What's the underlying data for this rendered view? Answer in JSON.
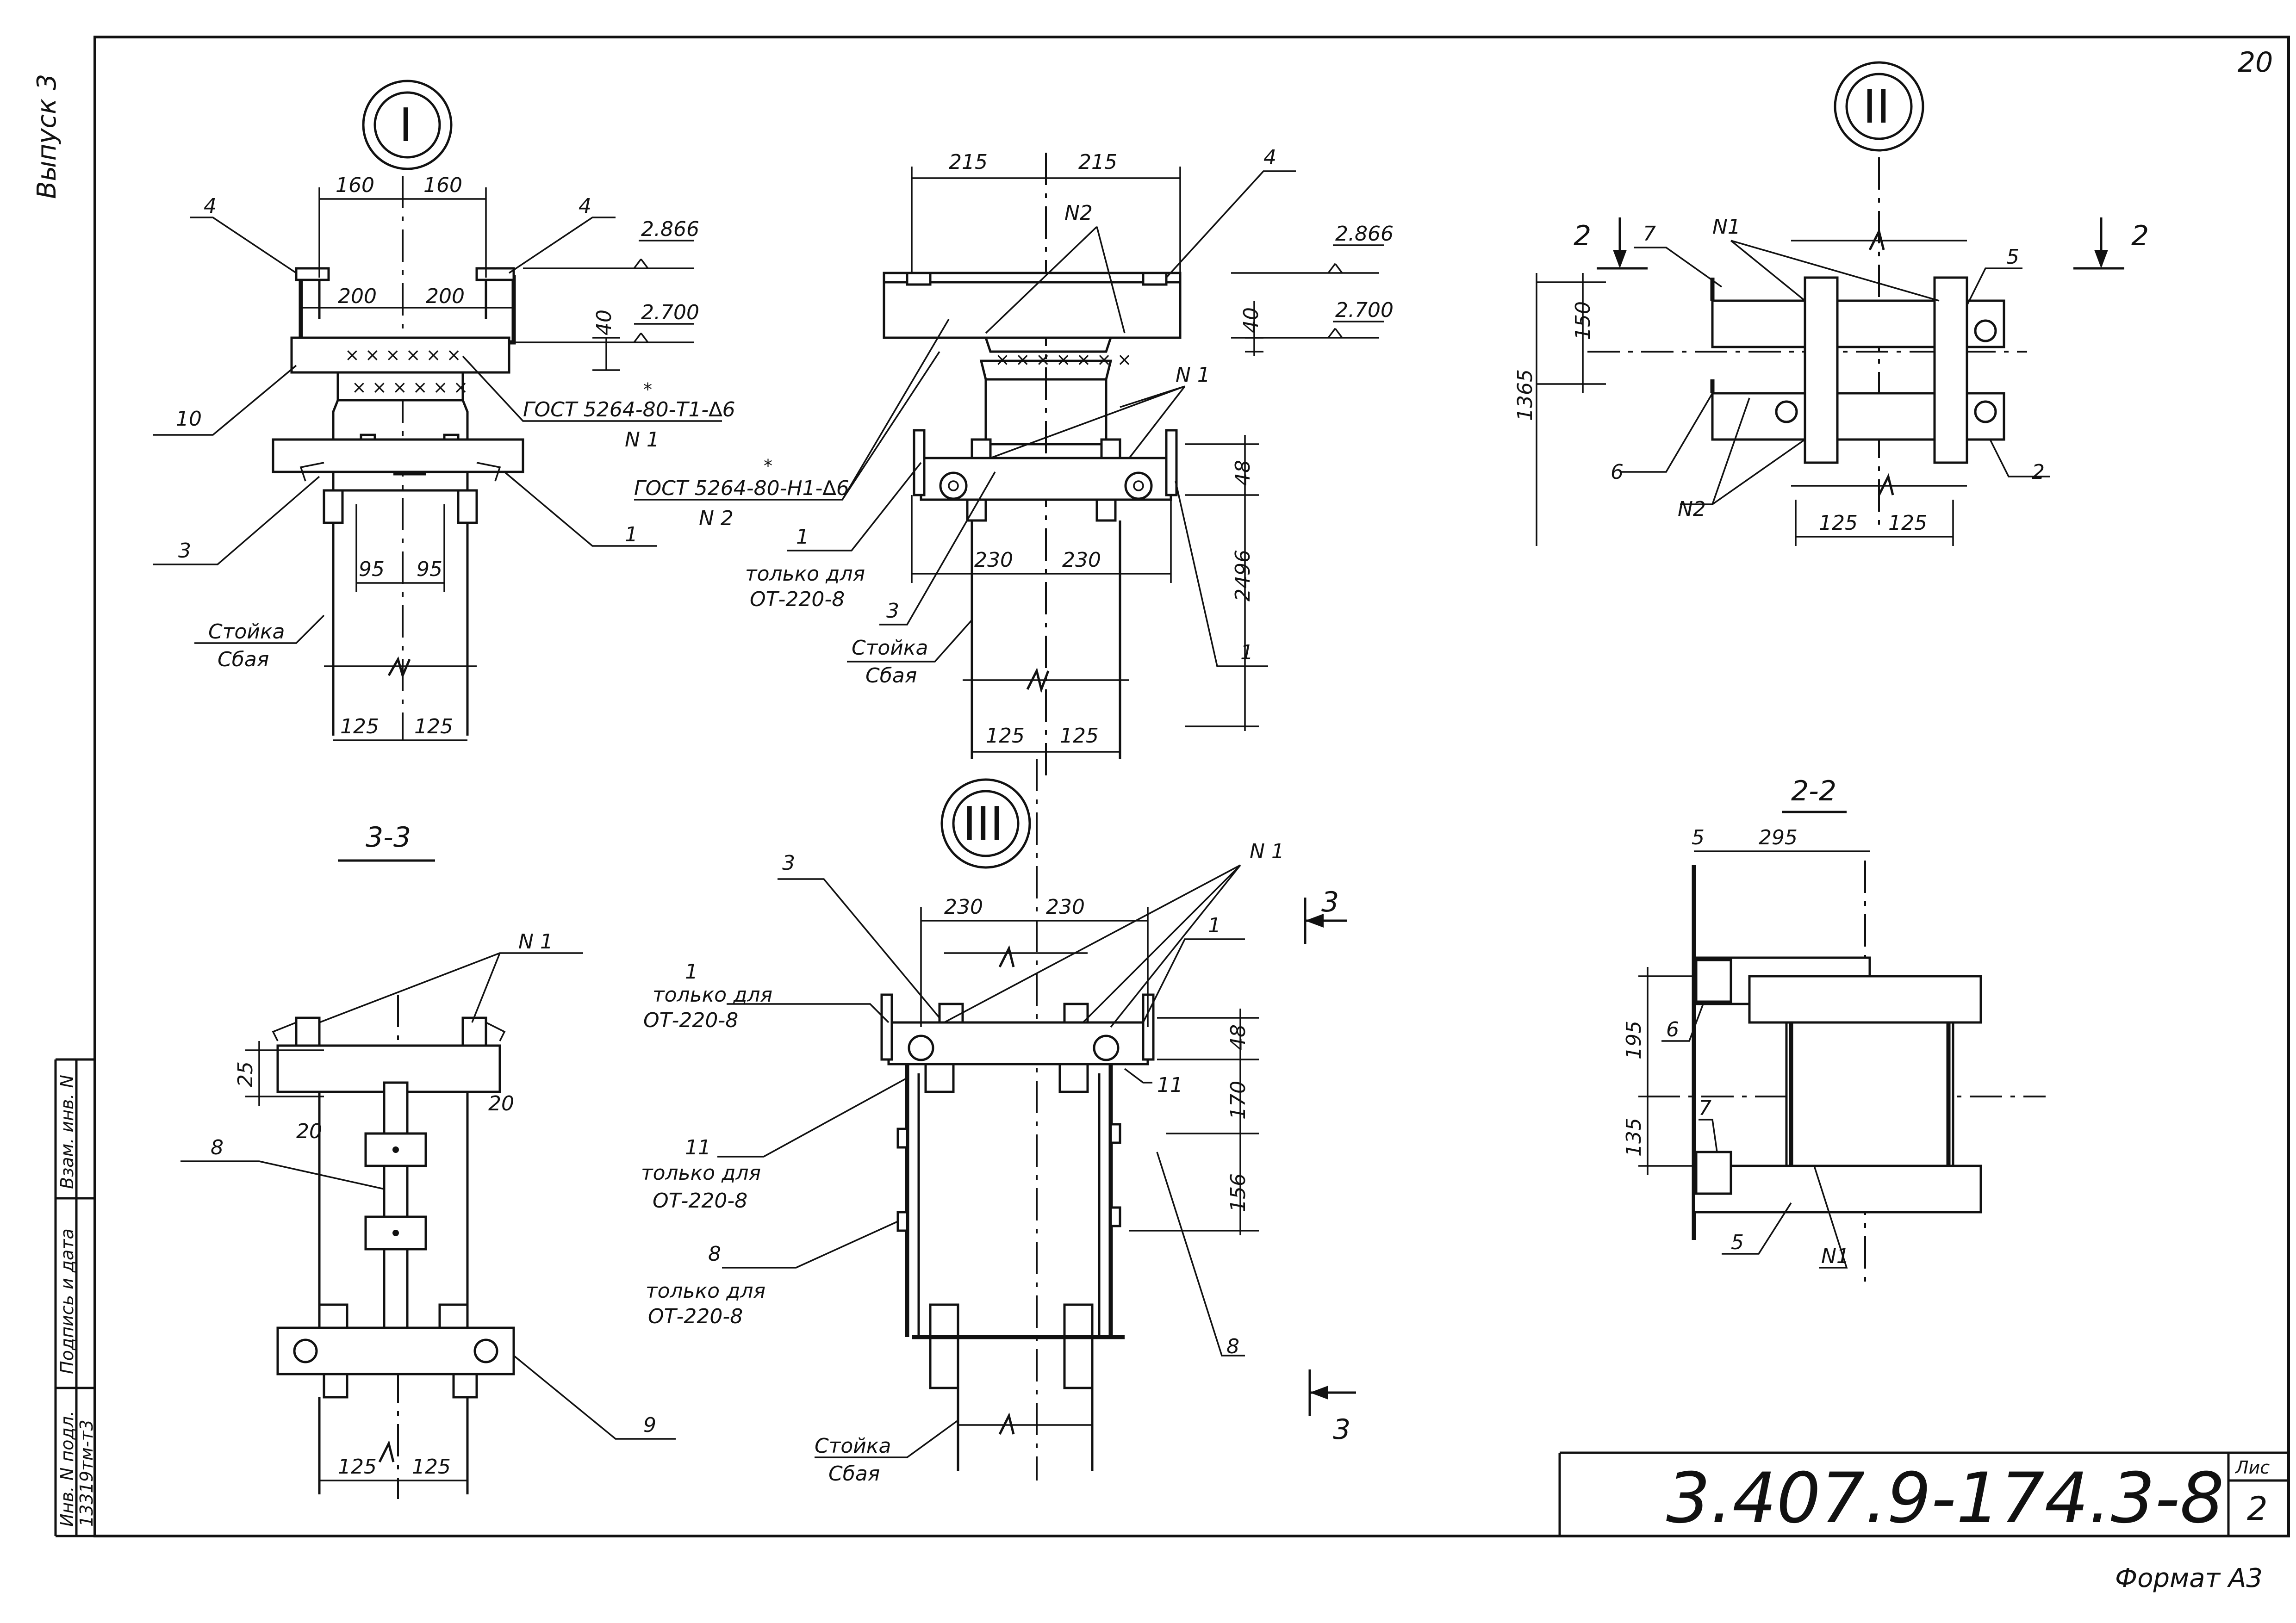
{
  "sheet": {
    "vypusk": "Выпуск 3",
    "page_number": "20",
    "format": "Формат А3",
    "document_code": "3.407.9-174.3-8",
    "list_label": "Лис",
    "list_number": "2",
    "stamp": {
      "vzam_inv": "Взам. инв. N",
      "podpis_data": "Подпись и дата",
      "inv_podl": "Инв. N подл.",
      "inv_value": "13319тм-т3"
    }
  },
  "node_I": {
    "roman": "I",
    "dims": {
      "d160a": "160",
      "d160b": "160",
      "d200a": "200",
      "d200b": "200",
      "d40": "40",
      "d95a": "95",
      "d95b": "95",
      "d125a": "125",
      "d125b": "125"
    },
    "elev_top": "2.866",
    "elev_mid": "2.700",
    "pos_4a": "4",
    "pos_4b": "4",
    "pos_10": "10",
    "pos_3": "3",
    "pos_1": "1",
    "weld_std": "ГОСТ 5264-80-Т1-∆6",
    "weld_star": "*",
    "weld_id": "N 1",
    "stoyka": "Стойка",
    "svaya": "Сбая"
  },
  "node_I_side": {
    "dims": {
      "d215a": "215",
      "d215b": "215",
      "d40": "40",
      "d48": "48",
      "d2496": "2496",
      "d230a": "230",
      "d230b": "230",
      "d125a": "125",
      "d125b": "125"
    },
    "elev_top": "2.866",
    "elev_mid": "2.700",
    "pos_4": "4",
    "weld_n2_top": "N2",
    "weld_n1": "N 1",
    "weld_std": "ГОСТ 5264-80-Н1-∆6",
    "weld_star": "*",
    "weld_id": "N 2",
    "pos_1_left": "1",
    "only_for_1": "только для",
    "only_for_2": "ОТ-220-8",
    "pos_3": "3",
    "pos_1_right": "1",
    "stoyka": "Стойка",
    "svaya": "Сбая"
  },
  "node_II": {
    "roman": "II",
    "section_mark_left": "2",
    "section_mark_right": "2",
    "pos_7": "7",
    "weld_n1": "N1",
    "pos_5": "5",
    "pos_6": "6",
    "pos_2": "2",
    "weld_n2": "N2",
    "dims": {
      "d150": "150",
      "d1365": "1365",
      "d125a": "125",
      "d125b": "125"
    }
  },
  "section_2_2": {
    "title": "2-2",
    "dims": {
      "d5": "5",
      "d295": "295",
      "d195": "195",
      "d135": "135"
    },
    "pos_6": "6",
    "pos_7": "7",
    "pos_5": "5",
    "weld_n1": "N1"
  },
  "section_3_3": {
    "title": "3-3",
    "weld_n1": "N 1",
    "dims": {
      "d25": "25",
      "d20a": "20",
      "d20b": "20",
      "d125a": "125",
      "d125b": "125"
    },
    "pos_8": "8",
    "pos_9": "9"
  },
  "node_III": {
    "roman": "III",
    "pos_3": "3",
    "weld_n1": "N 1",
    "dims": {
      "d230a": "230",
      "d230b": "230",
      "d48": "48",
      "d170": "170",
      "d156": "156"
    },
    "pos_1_left": "1",
    "pos_1_left_note1": "только для",
    "pos_1_left_note2": "ОТ-220-8",
    "pos_1_right": "1",
    "section_mark_top": "3",
    "section_mark_bottom": "3",
    "pos_11_left": "11",
    "pos_11_note1": "только для",
    "pos_11_note2": "ОТ-220-8",
    "pos_11_right": "11",
    "pos_8_left": "8",
    "pos_8_note1": "только для",
    "pos_8_note2": "ОТ-220-8",
    "pos_8_right": "8",
    "stoyka": "Стойка",
    "svaya": "Сбая"
  }
}
